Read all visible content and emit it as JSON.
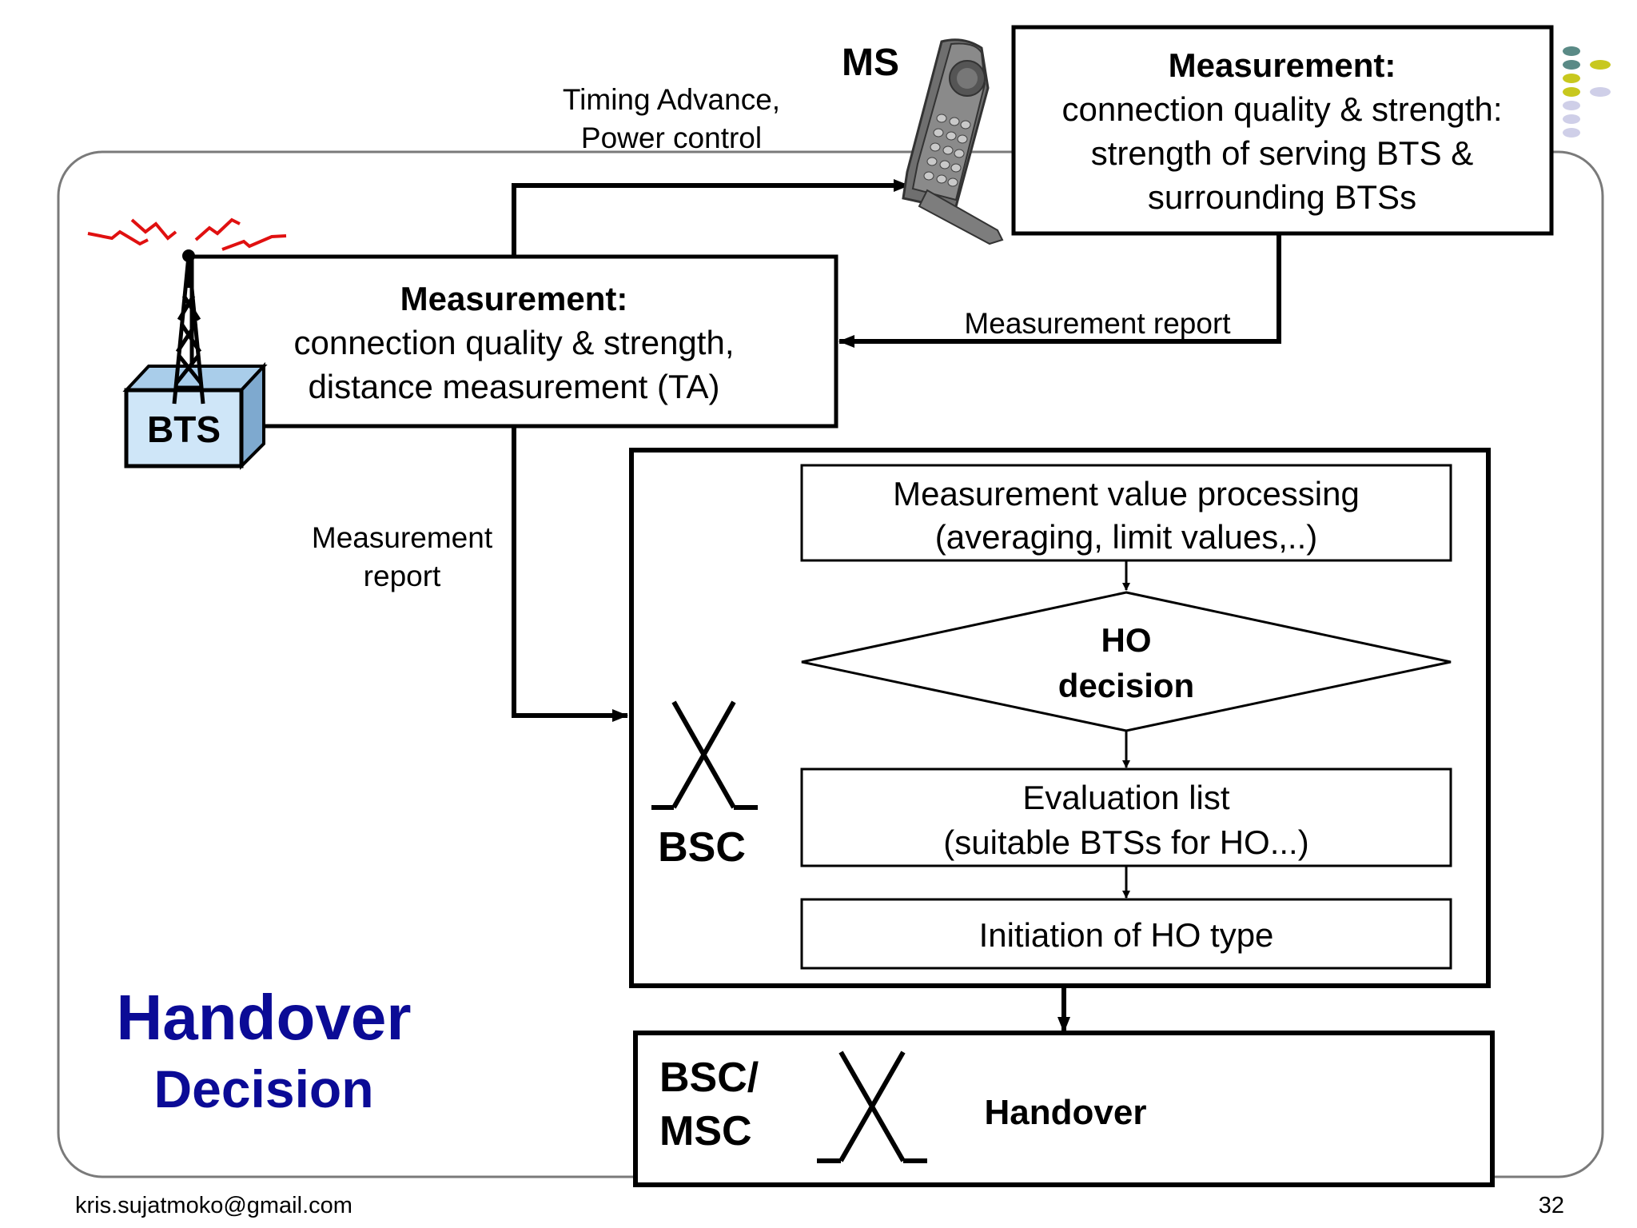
{
  "slide": {
    "title_line1": "Handover",
    "title_line2": "Decision",
    "footer_email": "kris.sujatmoko@gmail.com",
    "page_number": "32",
    "title_color": "#0b0b96",
    "frame_color": "#7a7a7a"
  },
  "ms": {
    "label": "MS",
    "icon": "mobile-phone-icon",
    "measurement_title": "Measurement:",
    "measurement_lines": [
      "connection quality & strength:",
      "strength of serving BTS &",
      "surrounding BTSs"
    ]
  },
  "bts": {
    "label": "BTS",
    "icon": "antenna-tower-icon",
    "measurement_title": "Measurement:",
    "measurement_lines": [
      "connection quality & strength,",
      "distance measurement (TA)"
    ]
  },
  "arrows": {
    "timing_advance": [
      "Timing Advance,",
      "Power control"
    ],
    "ms_report": "Measurement report",
    "bts_report": [
      "Measurement",
      "report"
    ]
  },
  "bsc": {
    "label": "BSC",
    "icon": "switch-x-icon",
    "steps": {
      "processing": [
        "Measurement value processing",
        "(averaging, limit values,..)"
      ],
      "decision": [
        "HO",
        "decision"
      ],
      "evaluation": [
        "Evaluation list",
        "(suitable BTSs for HO...)"
      ],
      "initiation": "Initiation of HO type"
    }
  },
  "bsc_msc": {
    "label_lines": [
      "BSC/",
      "MSC"
    ],
    "icon": "switch-x-icon",
    "handover_label": "Handover"
  },
  "decor": {
    "dot_colors": [
      "#5a8a86",
      "#c8c81e",
      "#cfcfe8"
    ]
  }
}
